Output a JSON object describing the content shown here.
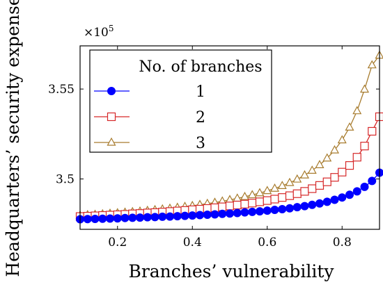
{
  "chart_data": {
    "type": "line",
    "xlabel": "Branches’ vulnerability",
    "ylabel": "Headquarters’ security expense",
    "y_multiplier": "×10",
    "y_multiplier_exp": "5",
    "xlim": [
      0.1,
      0.9
    ],
    "ylim": [
      3.472,
      3.574
    ],
    "x_ticks": [
      0.2,
      0.4,
      0.6,
      0.8
    ],
    "y_ticks": [
      3.5,
      3.55
    ],
    "grid": false,
    "legend": {
      "title": "No. of branches",
      "position": "top-left"
    },
    "series": [
      {
        "name": "1",
        "color": "#0000ff",
        "marker": "circle",
        "x": [
          0.1,
          0.12,
          0.14,
          0.16,
          0.18,
          0.2,
          0.22,
          0.24,
          0.26,
          0.28,
          0.3,
          0.32,
          0.34,
          0.36,
          0.38,
          0.4,
          0.42,
          0.44,
          0.46,
          0.48,
          0.5,
          0.52,
          0.54,
          0.56,
          0.58,
          0.6,
          0.62,
          0.64,
          0.66,
          0.68,
          0.7,
          0.72,
          0.74,
          0.76,
          0.78,
          0.8,
          0.82,
          0.84,
          0.86,
          0.88,
          0.9
        ],
        "y": [
          3.4776,
          3.4777,
          3.4778,
          3.4779,
          3.478,
          3.4781,
          3.4783,
          3.4784,
          3.4785,
          3.4787,
          3.4788,
          3.479,
          3.4791,
          3.4793,
          3.4795,
          3.4797,
          3.4799,
          3.4801,
          3.4803,
          3.4806,
          3.4808,
          3.4811,
          3.4814,
          3.4817,
          3.482,
          3.4824,
          3.4828,
          3.4832,
          3.4837,
          3.4843,
          3.4849,
          3.4856,
          3.4864,
          3.4873,
          3.4884,
          3.4897,
          3.4912,
          3.4931,
          3.4956,
          3.4989,
          3.5035
        ]
      },
      {
        "name": "2",
        "color": "#d62728",
        "marker": "square",
        "x": [
          0.1,
          0.12,
          0.14,
          0.16,
          0.18,
          0.2,
          0.22,
          0.24,
          0.26,
          0.28,
          0.3,
          0.32,
          0.34,
          0.36,
          0.38,
          0.4,
          0.42,
          0.44,
          0.46,
          0.48,
          0.5,
          0.52,
          0.54,
          0.56,
          0.58,
          0.6,
          0.62,
          0.64,
          0.66,
          0.68,
          0.7,
          0.72,
          0.74,
          0.76,
          0.78,
          0.8,
          0.82,
          0.84,
          0.86,
          0.88,
          0.9
        ],
        "y": [
          3.4791,
          3.4793,
          3.4795,
          3.4797,
          3.4799,
          3.4801,
          3.4803,
          3.4806,
          3.4808,
          3.4811,
          3.4813,
          3.4816,
          3.4819,
          3.4822,
          3.4825,
          3.4829,
          3.4832,
          3.4836,
          3.484,
          3.4845,
          3.485,
          3.4855,
          3.486,
          3.4866,
          3.4873,
          3.488,
          3.4888,
          3.4897,
          3.4907,
          3.4918,
          3.4931,
          3.4946,
          3.4964,
          3.4984,
          3.5009,
          3.5038,
          3.5075,
          3.5121,
          3.5183,
          3.5265,
          3.5346
        ]
      },
      {
        "name": "3",
        "color": "#a77b2d",
        "marker": "triangle",
        "x": [
          0.1,
          0.12,
          0.14,
          0.16,
          0.18,
          0.2,
          0.22,
          0.24,
          0.26,
          0.28,
          0.3,
          0.32,
          0.34,
          0.36,
          0.38,
          0.4,
          0.42,
          0.44,
          0.46,
          0.48,
          0.5,
          0.52,
          0.54,
          0.56,
          0.58,
          0.6,
          0.62,
          0.64,
          0.66,
          0.68,
          0.7,
          0.72,
          0.74,
          0.76,
          0.78,
          0.8,
          0.82,
          0.84,
          0.86,
          0.88,
          0.9
        ],
        "y": [
          3.4797,
          3.48,
          3.4802,
          3.4805,
          3.4808,
          3.4811,
          3.4814,
          3.4817,
          3.482,
          3.4824,
          3.4828,
          3.4832,
          3.4836,
          3.4841,
          3.4846,
          3.4851,
          3.4857,
          3.4863,
          3.4869,
          3.4876,
          3.4884,
          3.4892,
          3.4901,
          3.4911,
          3.4922,
          3.4934,
          3.4947,
          3.4962,
          3.4979,
          3.4998,
          3.5021,
          3.5047,
          3.5078,
          3.5115,
          3.516,
          3.5216,
          3.5287,
          3.5378,
          3.5498,
          3.5633,
          3.5687
        ]
      }
    ]
  }
}
